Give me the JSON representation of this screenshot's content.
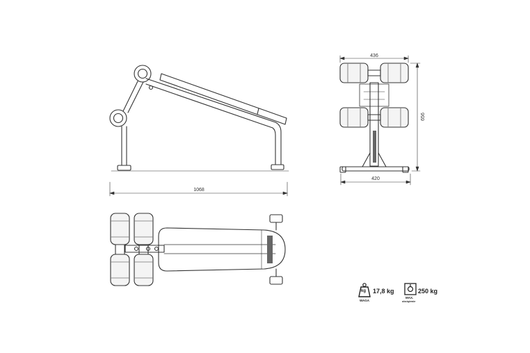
{
  "dimensions": {
    "side_length": "1068",
    "front_top_width": "436",
    "front_height": "656",
    "front_base_width": "420"
  },
  "specs": {
    "weight": {
      "value": "17,8 kg",
      "caption": "WAGA",
      "icon_text": "kg"
    },
    "max_load": {
      "value": "250 kg",
      "caption_top": "MAX.",
      "caption_bottom": "obciążenie"
    }
  },
  "colors": {
    "line": "#333333",
    "pad_fill": "#f4f4f4"
  }
}
